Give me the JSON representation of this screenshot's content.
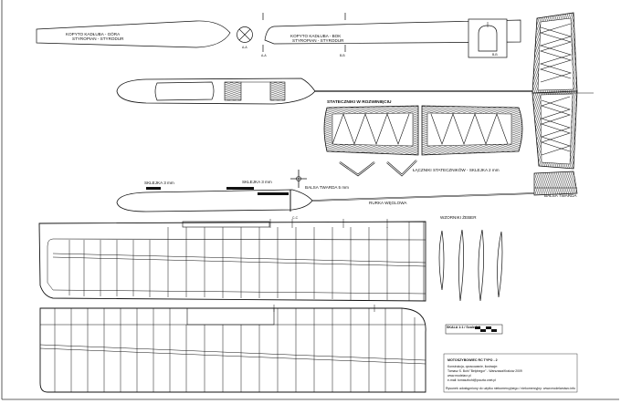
{
  "plan": {
    "labels": {
      "kopyto_top_1": "KOPYTO KADŁUBA - GÓRA",
      "kopyto_top_2": "STYROPIAN - STYRODUR",
      "kopyto_side_1": "KOPYTO KADŁUBA - BOK",
      "kopyto_side_2": "STYROPIAN - STYRODUR",
      "section_aa": "A-A",
      "mark_a": "A-A",
      "section_bb": "B-B",
      "section_bb2": "B-B",
      "stabilizer_unfold": "STATECZNIKI W ROZWINIĘCIU",
      "stabilizer_joiner": "ŁĄCZNIKI STATECZNIKÓW - SKLEJKA 2 mm",
      "plywood_3mm_a": "SKLEJKA 3 mm",
      "plywood_3mm_b": "SKLEJKA 3 mm",
      "balsa_hard_5mm": "BALSA TWARDA 5 mm",
      "balsa_hard": "BALSA TWARDA",
      "carbon_tube": "RURKA WĘGLOWA",
      "rib_templates": "WZORNIKI ŻEBER",
      "section_cc": "C-C"
    },
    "title_block": {
      "title": "MOTOSZYBOWIEC RC TYPO - 2",
      "line1": "Konstrukcja, opracowanie, ilustracje:",
      "line2": "Tomasz S. Bohl \"Belphegor\" - Warszawa/Kraków 2009",
      "line3": "www.modelarz.pl",
      "line4": "e-mail: tomaszbohl@poczta.onet.pl",
      "scale_label": "SKALA 1:1 / Scale 1:1",
      "footer": "Rysunek udostępniony do użytku niekomercyjnego / niekomercyjny: www.modelarstwo.info"
    }
  }
}
